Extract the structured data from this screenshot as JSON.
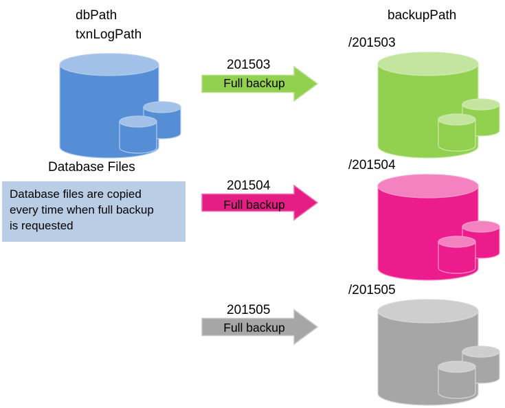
{
  "source": {
    "path_line1": "dbPath",
    "path_line2": "txnLogPath",
    "caption": "Database Files",
    "note_lines": [
      "Database files are copied",
      "every time when full backup",
      " is requested"
    ],
    "color": "#558ed5"
  },
  "destination": {
    "heading": "backupPath"
  },
  "backups": [
    {
      "month": "201503",
      "arrow_label": "Full backup",
      "folder": "/201503",
      "arrow_color": "#92d050",
      "cylinder_color": "#92d050"
    },
    {
      "month": "201504",
      "arrow_label": "Full backup",
      "folder": "/201504",
      "arrow_color": "#e51e85",
      "cylinder_color": "#ec1c8c"
    },
    {
      "month": "201505",
      "arrow_label": "Full backup",
      "folder": "/201505",
      "arrow_color": "#a6a6a6",
      "cylinder_color": "#a6a6a6"
    }
  ]
}
